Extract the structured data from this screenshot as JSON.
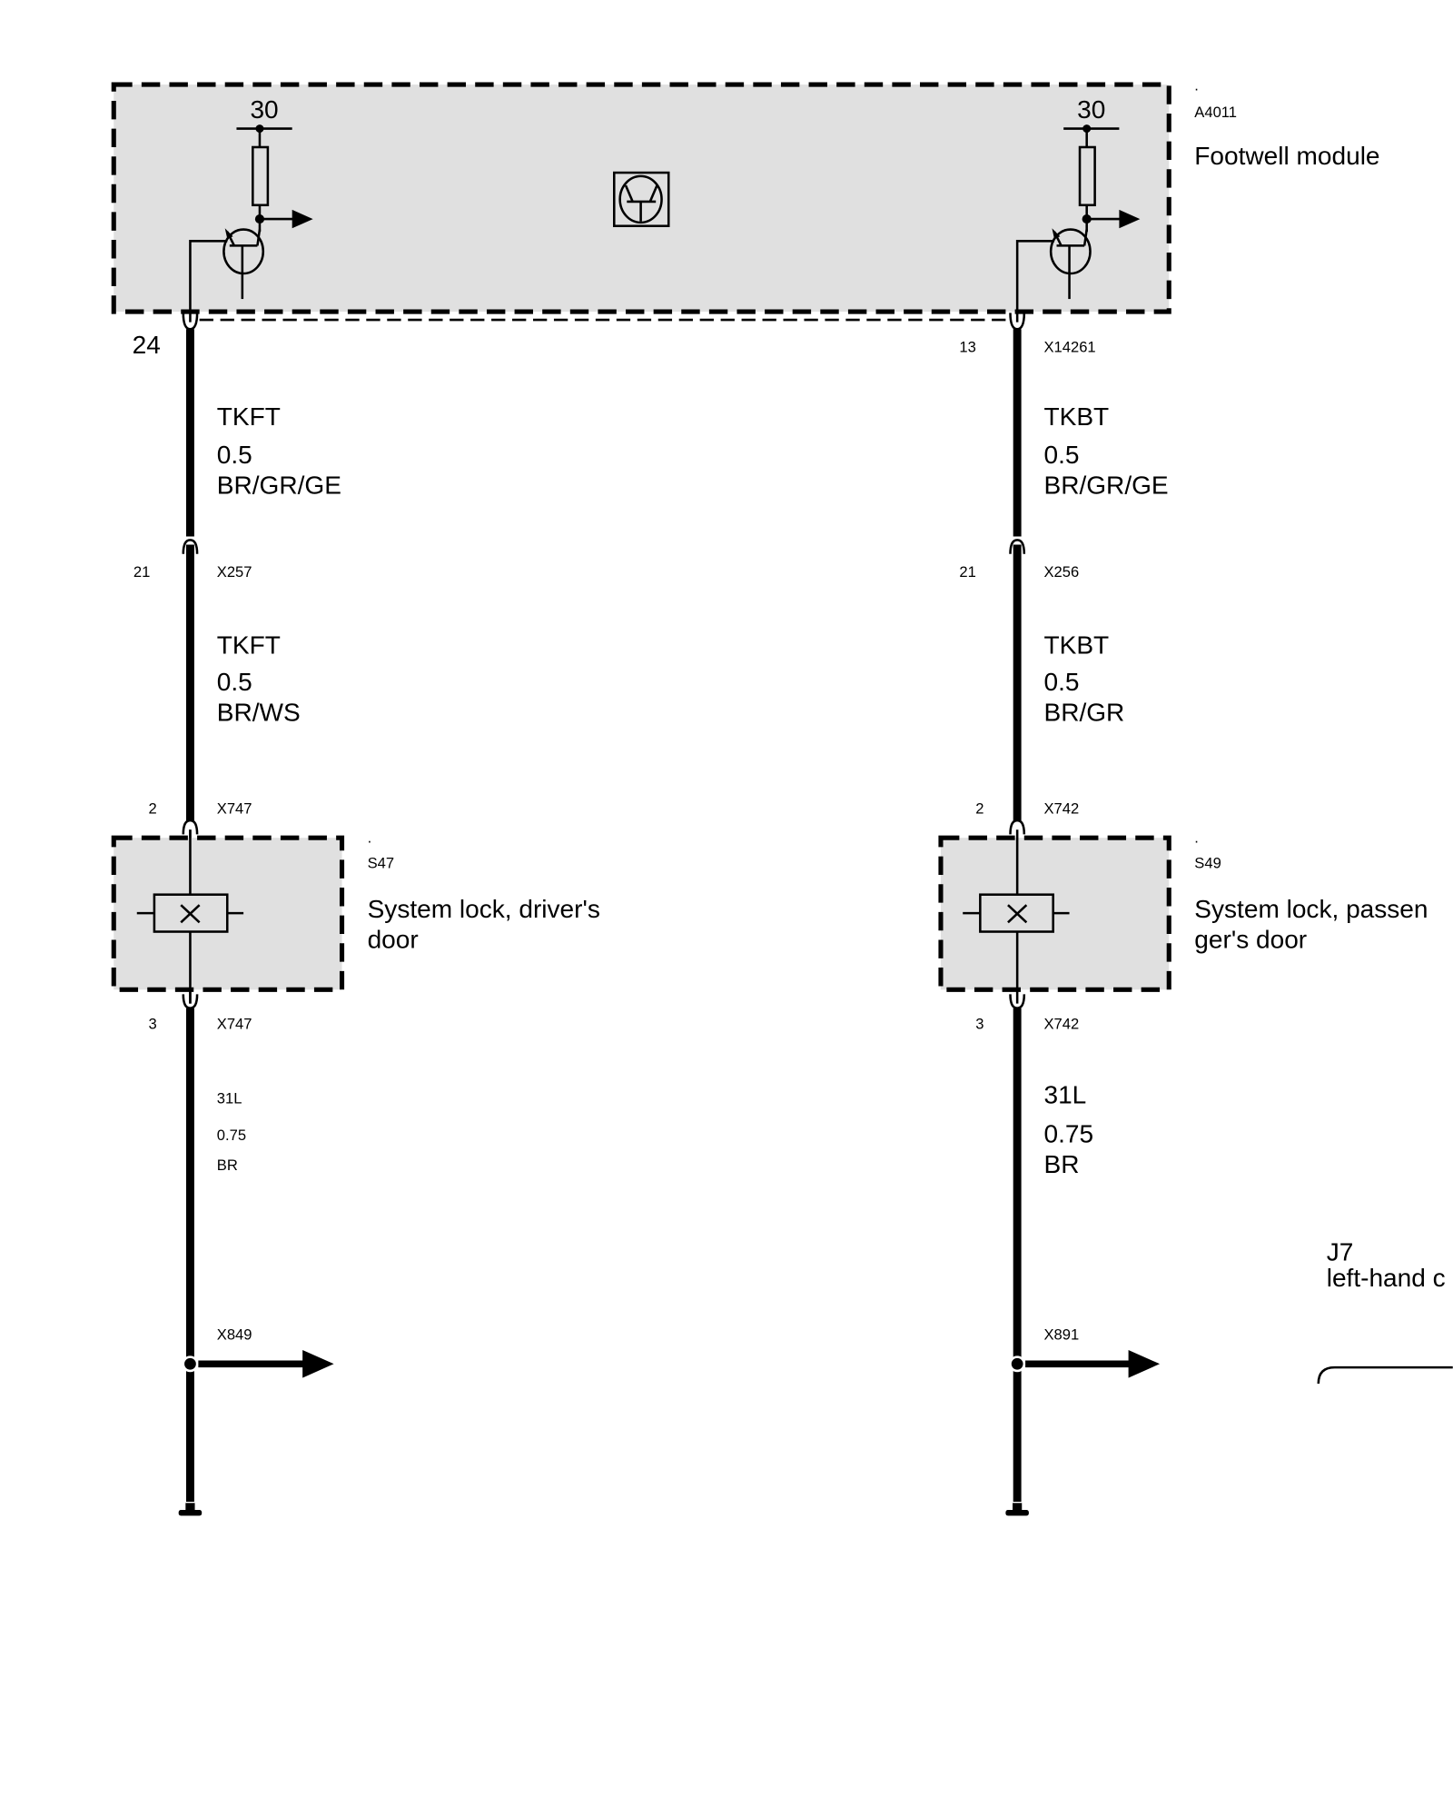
{
  "footwell_module": {
    "dot": ".",
    "id": "A4011",
    "title": "Footwell module",
    "left_terminal": "30",
    "right_terminal": "30"
  },
  "left_circuit": {
    "module_pin": "24",
    "seg1": {
      "name": "TKFT",
      "size": "0.5",
      "color": "BR/GR/GE"
    },
    "conn1": {
      "pin": "21",
      "id": "X257"
    },
    "seg2": {
      "name": "TKFT",
      "size": "0.5",
      "color": "BR/WS"
    },
    "conn2": {
      "pin": "2",
      "id": "X747"
    },
    "component": {
      "dot": ".",
      "id": "S47",
      "line1": "System lock, driver's",
      "line2": "door"
    },
    "conn3": {
      "pin": "3",
      "id": "X747"
    },
    "seg3": {
      "name": "31L",
      "size": "0.75",
      "color": "BR"
    },
    "splice": "X849"
  },
  "right_circuit": {
    "module_pin": "13",
    "module_conn": "X14261",
    "seg1": {
      "name": "TKBT",
      "size": "0.5",
      "color": "BR/GR/GE"
    },
    "conn1": {
      "pin": "21",
      "id": "X256"
    },
    "seg2": {
      "name": "TKBT",
      "size": "0.5",
      "color": "BR/GR"
    },
    "conn2": {
      "pin": "2",
      "id": "X742"
    },
    "component": {
      "dot": ".",
      "id": "S49",
      "line1": "System lock, passen",
      "line2": "ger's door"
    },
    "conn3": {
      "pin": "3",
      "id": "X742"
    },
    "seg3": {
      "name": "31L",
      "size": "0.75",
      "color": "BR"
    },
    "splice": "X891"
  },
  "junction": {
    "id": "J7",
    "label": "left-hand c"
  }
}
